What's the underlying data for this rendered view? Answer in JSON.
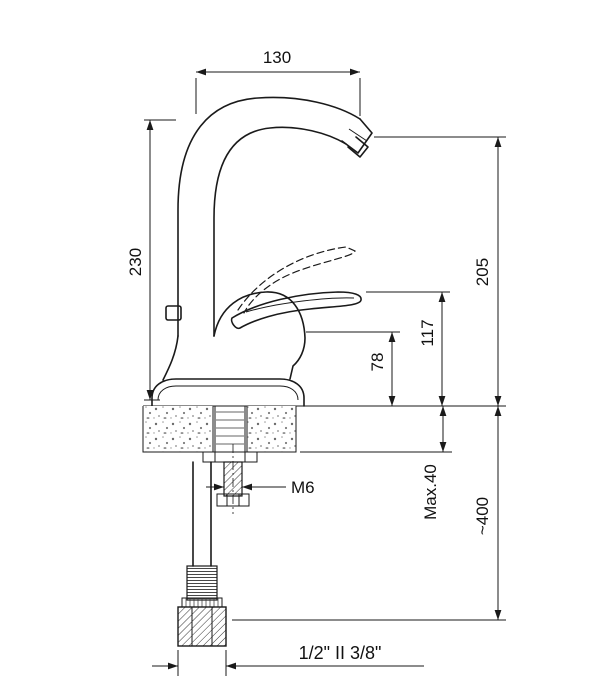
{
  "drawing": {
    "title": "faucet-installation-dimensions",
    "dimensions": {
      "spout_reach": "130",
      "total_height": "230",
      "spout_outlet_height": "205",
      "handle_height": "117",
      "body_height": "78",
      "stud_thread": "M6",
      "max_deck_thickness": "Max.40",
      "hose_length": "~400",
      "connection_size": "1/2\" II 3/8\""
    },
    "colors": {
      "line": "#1a1a1a",
      "background": "#ffffff"
    }
  }
}
